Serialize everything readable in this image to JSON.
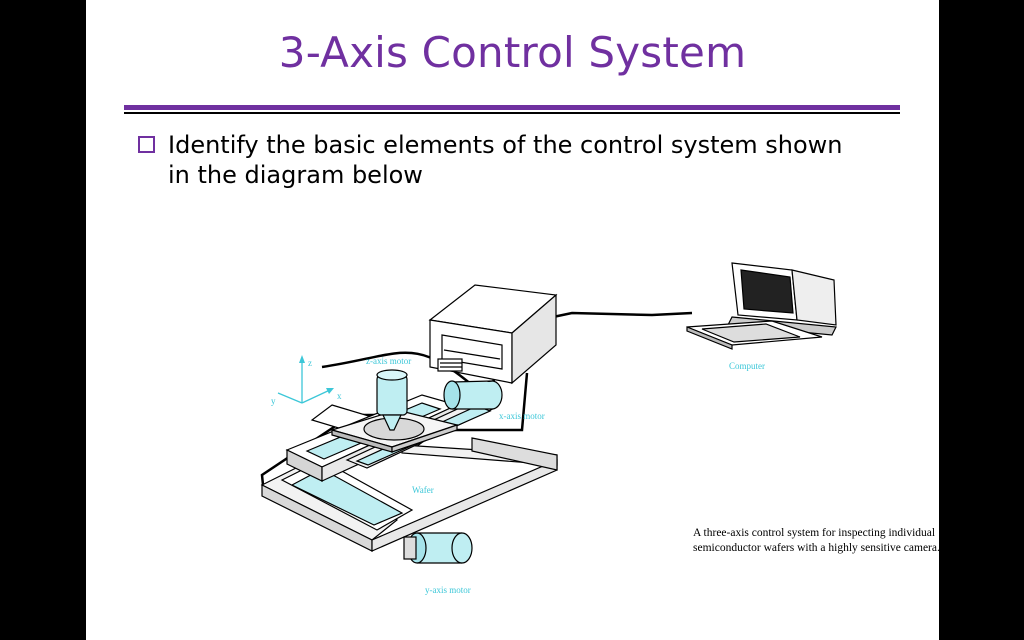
{
  "slide": {
    "title": "3-Axis Control System",
    "bullet": "Identify the basic elements of the control system shown in the diagram below"
  },
  "figure": {
    "labels": {
      "z_motor": "z-axis motor",
      "x_motor": "x-axis motor",
      "y_motor": "y-axis motor",
      "wafer": "Wafer",
      "computer": "Computer",
      "axis_z": "z",
      "axis_x": "x",
      "axis_y": "y"
    },
    "caption": "A three-axis control system for inspecting individual semiconductor wafers with a highly sensitive camera."
  },
  "colors": {
    "title": "#7030a0",
    "accent_cyan": "#3cc7d8"
  }
}
